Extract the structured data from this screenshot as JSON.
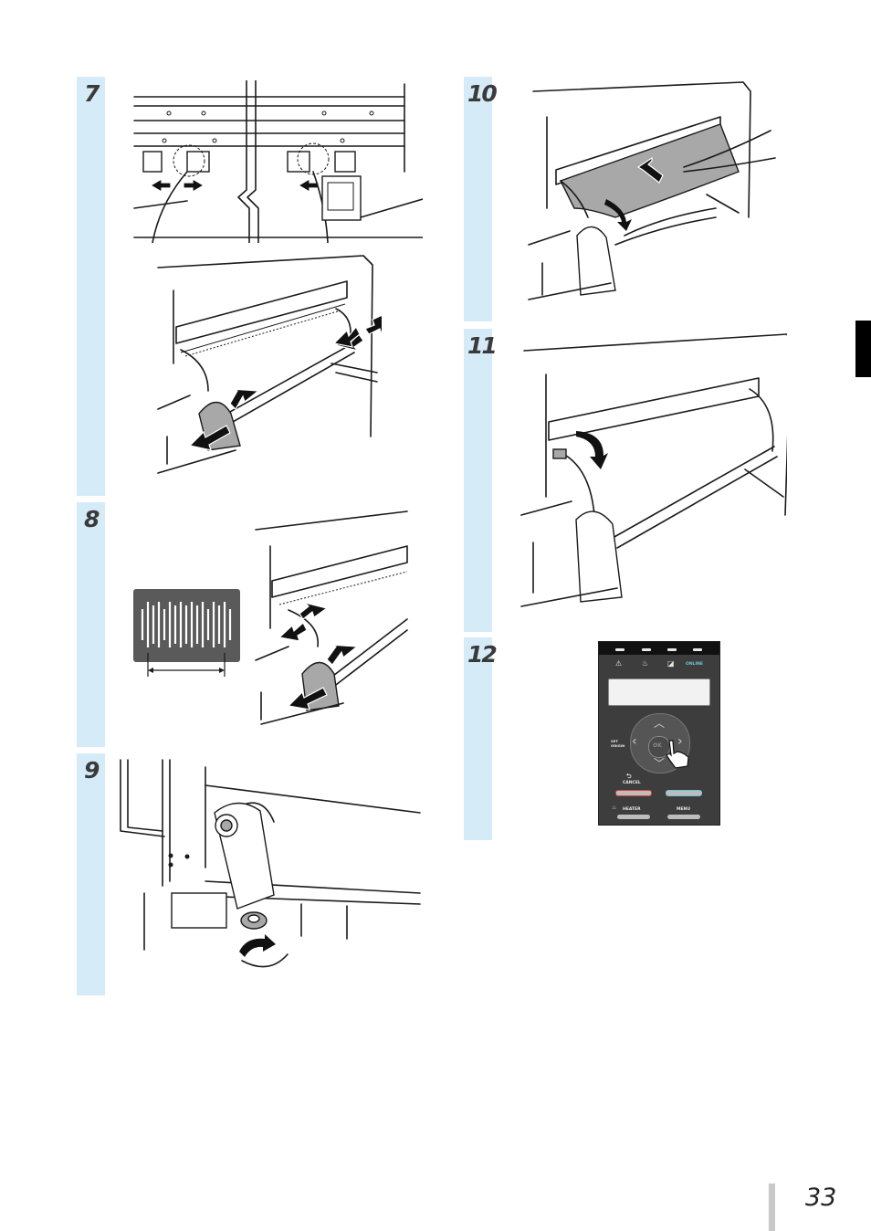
{
  "steps": [
    {
      "number": "7"
    },
    {
      "number": "8"
    },
    {
      "number": "9"
    },
    {
      "number": "10"
    },
    {
      "number": "11"
    },
    {
      "number": "12"
    }
  ],
  "control_panel": {
    "indicator_online": "ONLINE",
    "button_ok": "OK",
    "label_set_origin_line1": "SET",
    "label_set_origin_line2": "ORIGIN",
    "label_cancel": "CANCEL",
    "label_heater": "HEATER",
    "label_menu": "MENU",
    "colors": {
      "cancel_outline": "#d9453a",
      "enter_outline": "#6ec6d8",
      "online": "#6ec6d8"
    }
  },
  "page": {
    "number": "33"
  },
  "colors": {
    "step_band": "#d6ebf8",
    "section_tab": "#000000",
    "page_bar": "#c9c9c9"
  }
}
